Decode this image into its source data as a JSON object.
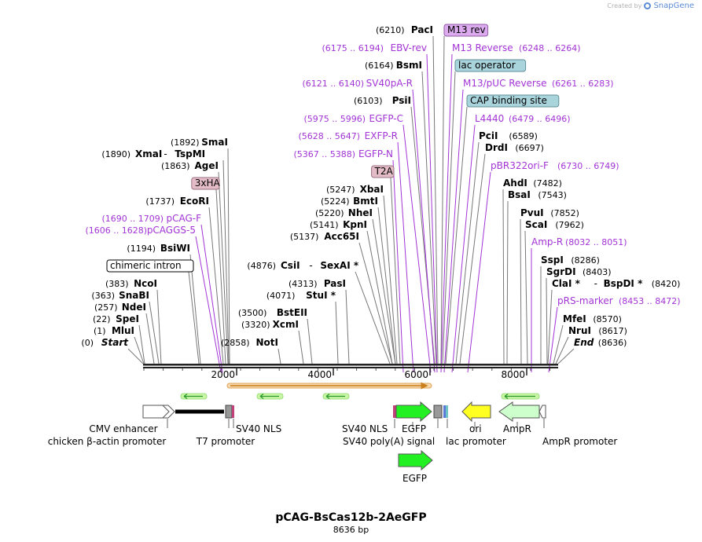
{
  "credit": {
    "prefix": "Created by",
    "brand": "SnapGene"
  },
  "plasmid": {
    "name": "pCAG-BsCas12b-2AeGFP",
    "length": "8636 bp"
  },
  "axis": {
    "ticks": [
      "2000",
      "4000",
      "6000",
      "8000"
    ]
  },
  "labels": [
    {
      "id": "start",
      "coord": "(0)",
      "name": "Start",
      "kind": "site",
      "italic": true
    },
    {
      "id": "mlui",
      "coord": "(1)",
      "name": "MluI",
      "kind": "site"
    },
    {
      "id": "spei",
      "coord": "(22)",
      "name": "SpeI",
      "kind": "site"
    },
    {
      "id": "ndei",
      "coord": "(257)",
      "name": "NdeI",
      "kind": "site"
    },
    {
      "id": "snabi",
      "coord": "(363)",
      "name": "SnaBI",
      "kind": "site"
    },
    {
      "id": "ncoi",
      "coord": "(383)",
      "name": "NcoI",
      "kind": "site"
    },
    {
      "id": "chimeric",
      "name": "chimeric intron",
      "kind": "box",
      "fill": "#ffffff",
      "stroke": "#000000"
    },
    {
      "id": "bsiwi",
      "coord": "(1194)",
      "name": "BsiWI",
      "kind": "site"
    },
    {
      "id": "pcaggs5",
      "coord": "(1606 .. 1628)",
      "name": "pCAGGS-5",
      "kind": "primer"
    },
    {
      "id": "pcagf",
      "coord": "(1690 .. 1709)",
      "name": "pCAG-F",
      "kind": "primer"
    },
    {
      "id": "ecori",
      "coord": "(1737)",
      "name": "EcoRI",
      "kind": "site"
    },
    {
      "id": "ha3x",
      "name": "3xHA",
      "kind": "box",
      "fill": "#e4bcc8",
      "stroke": "#9a7180"
    },
    {
      "id": "agei",
      "coord": "(1863)",
      "name": "AgeI",
      "kind": "site"
    },
    {
      "id": "xmai",
      "coord": "(1890)",
      "name": "XmaI",
      "kind": "site",
      "extra": "-",
      "extra2": "TspMI"
    },
    {
      "id": "smai",
      "coord": "(1892)",
      "name": "SmaI",
      "kind": "site"
    },
    {
      "id": "noti",
      "coord": "(2858)",
      "name": "NotI",
      "kind": "site"
    },
    {
      "id": "xcmi",
      "coord": "(3320)",
      "name": "XcmI",
      "kind": "site"
    },
    {
      "id": "bsteii",
      "coord": "(3500)",
      "name": "BstEII",
      "kind": "site"
    },
    {
      "id": "stui",
      "coord": "(4071)",
      "name": "StuI *",
      "kind": "site"
    },
    {
      "id": "pasi",
      "coord": "(4313)",
      "name": "PasI",
      "kind": "site"
    },
    {
      "id": "csii",
      "coord": "(4876)",
      "name": "CsiI",
      "kind": "site",
      "extra": "-",
      "extra2": "SexAI *"
    },
    {
      "id": "acc65i",
      "coord": "(5137)",
      "name": "Acc65I",
      "kind": "site"
    },
    {
      "id": "kpni",
      "coord": "(5141)",
      "name": "KpnI",
      "kind": "site"
    },
    {
      "id": "nhei",
      "coord": "(5220)",
      "name": "NheI",
      "kind": "site"
    },
    {
      "id": "bmti",
      "coord": "(5224)",
      "name": "BmtI",
      "kind": "site"
    },
    {
      "id": "xbai",
      "coord": "(5247)",
      "name": "XbaI",
      "kind": "site"
    },
    {
      "id": "t2a",
      "name": "T2A",
      "kind": "box",
      "fill": "#e4bcc8",
      "stroke": "#9a7180"
    },
    {
      "id": "egfpn",
      "coord": "(5367 .. 5388)",
      "name": "EGFP-N",
      "kind": "primer"
    },
    {
      "id": "exfpr",
      "coord": "(5628 .. 5647)",
      "name": "EXFP-R",
      "kind": "primer"
    },
    {
      "id": "egfpc",
      "coord": "(5975 .. 5996)",
      "name": "EGFP-C",
      "kind": "primer"
    },
    {
      "id": "psii",
      "coord": "(6103)",
      "name": "PsiI",
      "kind": "site"
    },
    {
      "id": "sv40par",
      "coord": "(6121 .. 6140)",
      "name": "SV40pA-R",
      "kind": "primer"
    },
    {
      "id": "bsmi",
      "coord": "(6164)",
      "name": "BsmI",
      "kind": "site"
    },
    {
      "id": "ebvrev",
      "coord": "(6175 .. 6194)",
      "name": "EBV-rev",
      "kind": "primer"
    },
    {
      "id": "paci",
      "coord": "(6210)",
      "name": "PacI",
      "kind": "site"
    },
    {
      "id": "m13rev",
      "name": "M13 rev",
      "kind": "box",
      "fill": "#dcaaee",
      "stroke": "#8f5aa3"
    },
    {
      "id": "m13reverse",
      "coord": "(6248 .. 6264)",
      "name": "M13 Reverse",
      "kind": "primer",
      "right": true
    },
    {
      "id": "lacop",
      "name": "lac operator",
      "kind": "box",
      "fill": "#a9d4dc",
      "stroke": "#5f8f99"
    },
    {
      "id": "m13puc",
      "coord": "(6261 .. 6283)",
      "name": "M13/pUC Reverse",
      "kind": "primer",
      "right": true
    },
    {
      "id": "cap",
      "name": "CAP binding site",
      "kind": "box",
      "fill": "#a9d4dc",
      "stroke": "#5f8f99"
    },
    {
      "id": "l4440",
      "coord": "(6479 .. 6496)",
      "name": "L4440",
      "kind": "primer",
      "right": true
    },
    {
      "id": "pcii",
      "coord": "(6589)",
      "name": "PciI",
      "kind": "site",
      "right": true
    },
    {
      "id": "drdi",
      "coord": "(6697)",
      "name": "DrdI",
      "kind": "site",
      "right": true
    },
    {
      "id": "pbr322",
      "coord": "(6730 .. 6749)",
      "name": "pBR322ori-F",
      "kind": "primer",
      "right": true
    },
    {
      "id": "ahdi",
      "coord": "(7482)",
      "name": "AhdI",
      "kind": "site",
      "right": true
    },
    {
      "id": "bsai",
      "coord": "(7543)",
      "name": "BsaI",
      "kind": "site",
      "right": true
    },
    {
      "id": "pvui",
      "coord": "(7852)",
      "name": "PvuI",
      "kind": "site",
      "right": true
    },
    {
      "id": "scai",
      "coord": "(7962)",
      "name": "ScaI",
      "kind": "site",
      "right": true
    },
    {
      "id": "ampr",
      "coord": "(8032 .. 8051)",
      "name": "Amp-R",
      "kind": "primer",
      "right": true
    },
    {
      "id": "sspi",
      "coord": "(8286)",
      "name": "SspI",
      "kind": "site",
      "right": true
    },
    {
      "id": "sgrdi",
      "coord": "(8403)",
      "name": "SgrDI",
      "kind": "site",
      "right": true
    },
    {
      "id": "clai",
      "coord": "(8420)",
      "name": "ClaI *",
      "kind": "site",
      "right": true,
      "extra": "-",
      "extra2": "BspDI *"
    },
    {
      "id": "prsmarker",
      "coord": "(8453 .. 8472)",
      "name": "pRS-marker",
      "kind": "primer",
      "right": true
    },
    {
      "id": "mfei",
      "coord": "(8570)",
      "name": "MfeI",
      "kind": "site",
      "right": true
    },
    {
      "id": "nrui",
      "coord": "(8617)",
      "name": "NruI",
      "kind": "site",
      "right": true
    },
    {
      "id": "end",
      "coord": "(8636)",
      "name": "End",
      "kind": "site",
      "right": true,
      "italic": true
    }
  ],
  "features": {
    "cmv_enhancer": "CMV enhancer",
    "chicken_promoter": "chicken β-actin promoter",
    "t7_promoter": "T7 promoter",
    "sv40_nls_1": "SV40 NLS",
    "sv40_nls_2": "SV40 NLS",
    "sv40_polya": "SV40 poly(A) signal",
    "egfp_1": "EGFP",
    "egfp_2": "EGFP",
    "lac_promoter": "lac promoter",
    "ori": "ori",
    "ampr": "AmpR",
    "ampr_promoter": "AmpR promoter"
  },
  "colors": {
    "primer": "#a334d6",
    "egfp": "#22f022",
    "ori": "#ffff22",
    "ampr": "#ccffcc",
    "orf": "#f2c48a",
    "orf_border": "#c97f1c",
    "backbone": "#222222"
  }
}
